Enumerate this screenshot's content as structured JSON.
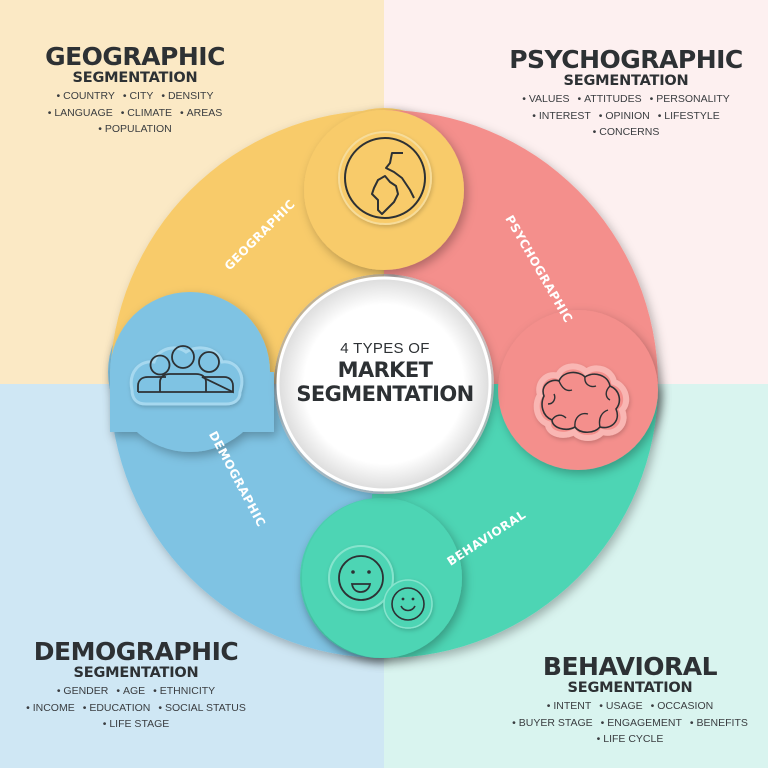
{
  "center": {
    "pre_title": "4 TYPES OF",
    "title_line1": "MARKET",
    "title_line2": "SEGMENTATION"
  },
  "segments": [
    {
      "key": "geographic",
      "ring_label": "GEOGRAPHIC",
      "icon": "globe-icon",
      "color": "#f8cb6b",
      "bg_color": "#fbe9c5",
      "title": "GEOGRAPHIC",
      "subtitle": "SEGMENTATION",
      "rows": [
        [
          "COUNTRY",
          "CITY",
          "DENSITY"
        ],
        [
          "LANGUAGE",
          "CLIMATE",
          "AREAS"
        ],
        [
          "POPULATION"
        ]
      ]
    },
    {
      "key": "psychographic",
      "ring_label": "PSYCHOGRAPHIC",
      "icon": "brain-icon",
      "color": "#f48f8c",
      "bg_color": "#fdf0f0",
      "title": "PSYCHOGRAPHIC",
      "subtitle": "SEGMENTATION",
      "rows": [
        [
          "VALUES",
          "ATTITUDES",
          "PERSONALITY"
        ],
        [
          "INTEREST",
          "OPINION",
          "LIFESTYLE"
        ],
        [
          "CONCERNS"
        ]
      ]
    },
    {
      "key": "behavioral",
      "ring_label": "BEHAVIORAL",
      "icon": "smiley-faces-icon",
      "color": "#4dd5b4",
      "bg_color": "#d9f4ef",
      "title": "BEHAVIORAL",
      "subtitle": "SEGMENTATION",
      "rows": [
        [
          "INTENT",
          "USAGE",
          "OCCASION"
        ],
        [
          "BUYER STAGE",
          "ENGAGEMENT",
          "BENEFITS"
        ],
        [
          "LIFE CYCLE"
        ]
      ]
    },
    {
      "key": "demographic",
      "ring_label": "DEMOGRAPHIC",
      "icon": "people-group-icon",
      "color": "#7fc3e3",
      "bg_color": "#cfe7f4",
      "title": "DEMOGRAPHIC",
      "subtitle": "SEGMENTATION",
      "rows": [
        [
          "GENDER",
          "AGE",
          "ETHNICITY"
        ],
        [
          "INCOME",
          "EDUCATION",
          "SOCIAL STATUS"
        ],
        [
          "LIFE STAGE"
        ]
      ]
    }
  ]
}
